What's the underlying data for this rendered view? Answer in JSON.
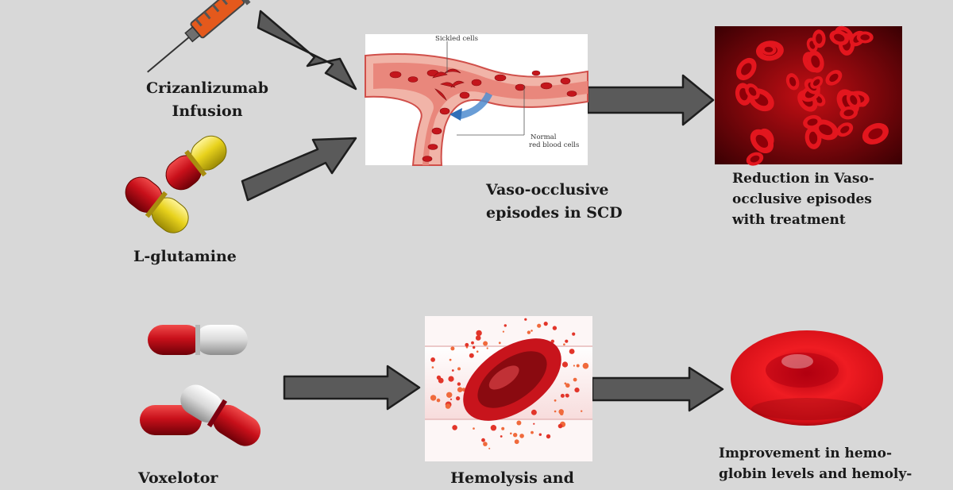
{
  "labels": {
    "drug1": [
      "Crizanlizumab",
      "Infusion"
    ],
    "drug2": [
      "L-glutamine"
    ],
    "event1": [
      "Vaso-occlusive",
      "episodes in SCD"
    ],
    "outcome1": [
      "Reduction in Vaso-",
      "occlusive episodes",
      "with treatment"
    ],
    "outcome2": [
      "Improvement in hemo-",
      "globin levels and hemoly-"
    ],
    "drug3_partial": "Voxelotor",
    "event2_partial": "Hemolysis and"
  },
  "inset_labels": {
    "sickled": "Sickled cells",
    "normal": [
      "Normal",
      "red blood cells"
    ]
  },
  "colors": {
    "background": "#d8d8d8",
    "arrow": "#5a5a5a",
    "arrow_outline": "#1e1e1e",
    "blood_red": "#b5121b",
    "capsule_yellow": "#e8d21c",
    "capsule_white": "#e8e8e8"
  },
  "icons": [
    "syringe-icon",
    "capsule-red-yellow-icon",
    "capsule-red-white-icon",
    "vessel-illustration",
    "rbc-cluster-image",
    "hemolysis-image",
    "single-rbc-image"
  ]
}
